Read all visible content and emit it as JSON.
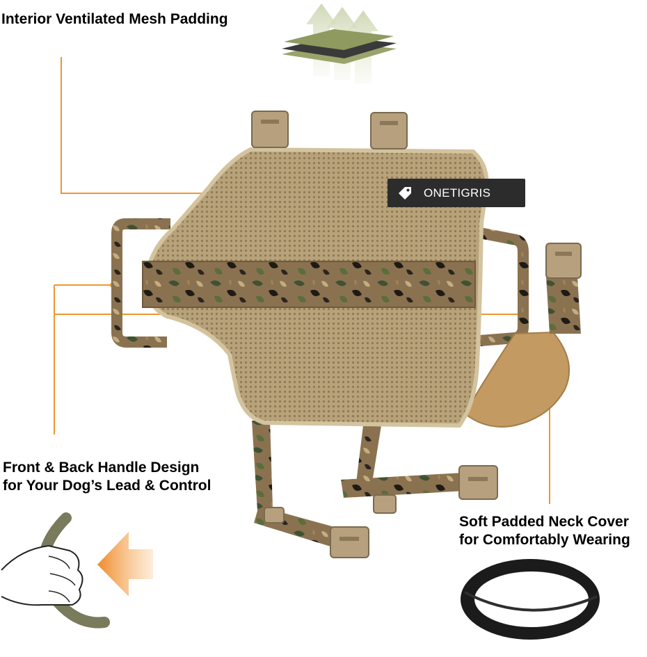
{
  "annotations": {
    "mesh": "Interior Ventilated Mesh Padding",
    "handle_line1": "Front & Back Handle Design",
    "handle_line2": "for Your Dog’s Lead & Control",
    "neck_line1": "Soft Padded Neck Cover",
    "neck_line2": "for Comfortably Wearing"
  },
  "brand": {
    "name": "ONETIGRIS",
    "icon": "tag-icon"
  },
  "colors": {
    "callout": "#f0962e",
    "mesh_tan": "#b39b72",
    "camo_green": "#4a5a36",
    "camo_brown": "#8a6a43",
    "buckle": "#b6a07e",
    "neck_cover": "#c49a63",
    "collar": "#181818"
  },
  "icons": [
    "ventilation-layers-icon",
    "hand-grip-icon",
    "arrow-right-icon",
    "tag-icon"
  ]
}
